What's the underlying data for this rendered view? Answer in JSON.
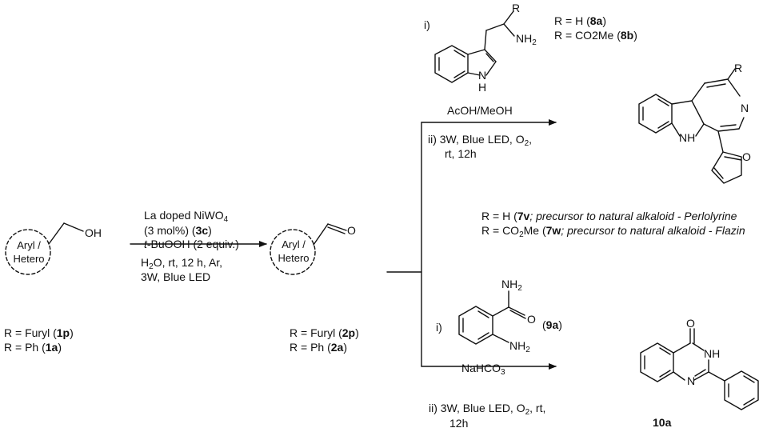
{
  "reactant": {
    "ring_label_1": "Aryl /",
    "ring_label_2": "Hetero",
    "oh": "OH",
    "r_furyl": "R = Furyl (",
    "r_furyl_code": "1p",
    "r_furyl_end": ")",
    "r_ph": "R = Ph (",
    "r_ph_code": "1a",
    "r_ph_end": ")"
  },
  "conditions_1": {
    "line1_a": "La doped NiWO",
    "line1_sub": "4",
    "line2_a": "(3 mol%)  (",
    "line2_code": "3c",
    "line2_b": ")",
    "line3_ital": "t",
    "line3_rest": "-BuOOH (2 equiv.)",
    "line4_a": "H",
    "line4_sub": "2",
    "line4_b": "O, rt, 12 h, Ar,",
    "line5": "3W, Blue LED"
  },
  "aldehyde": {
    "ring_label_1": "Aryl /",
    "ring_label_2": "Hetero",
    "o": "O",
    "r_furyl": "R = Furyl (",
    "r_furyl_code": "2p",
    "r_furyl_end": ")",
    "r_ph": "R = Ph (",
    "r_ph_code": "2a",
    "r_ph_end": ")"
  },
  "upper": {
    "step_i": "i)",
    "r_atom": "R",
    "nh2": "NH",
    "nh2_sub": "2",
    "nh": "N",
    "nh_h": "H",
    "r_h": "R = H (",
    "r_h_code": "8a",
    "r_h_end": ")",
    "r_co2me": "R = CO2Me (",
    "r_co2me_code": "8b",
    "r_co2me_end": ")",
    "solvent": "AcOH/MeOH",
    "step_ii_a": "ii) 3W, Blue LED, O",
    "step_ii_sub": "2",
    "step_ii_b": ",",
    "step_ii_line2": "rt, 12h",
    "product_r": "R",
    "product_n": "N",
    "product_nh": "NH",
    "product_o": "O",
    "note1_a": "R = H (",
    "note1_code": "7v",
    "note1_b": "; precursor to natural alkaloid - Perlolyrine",
    "note2_a": "R = CO",
    "note2_sub": "2",
    "note2_b": "Me (",
    "note2_code": "7w",
    "note2_c": "; precursor to natural alkaloid - Flazin"
  },
  "lower": {
    "step_i": "i)",
    "nh2_top": "NH",
    "nh2_top_sub": "2",
    "o": "O",
    "nh2_bottom": "NH",
    "nh2_bottom_sub": "2",
    "code_open": "(",
    "code": "9a",
    "code_close": ")",
    "base": "NaHCO",
    "base_sub": "3",
    "step_ii_a": "ii) 3W, Blue LED, O",
    "step_ii_sub": "2",
    "step_ii_b": ", rt,",
    "step_ii_line2": "12h",
    "product_o": "O",
    "product_nh": "NH",
    "product_n": "N",
    "product_label": "10a"
  }
}
